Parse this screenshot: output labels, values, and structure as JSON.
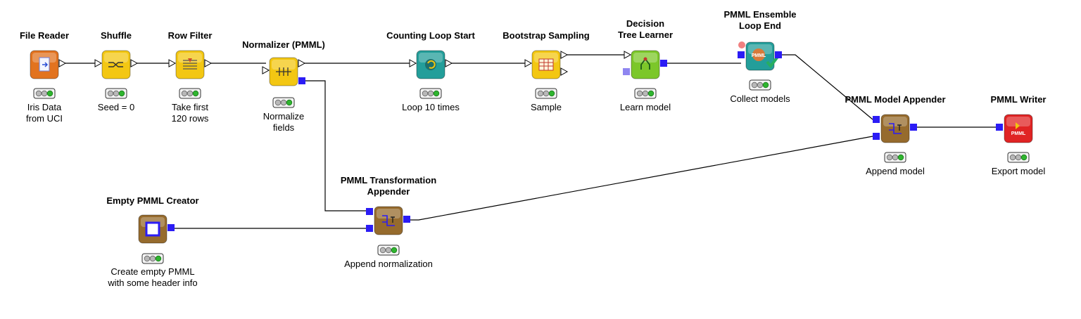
{
  "workflow": {
    "nodes": [
      {
        "id": "file-reader",
        "title": [
          "File Reader"
        ],
        "desc": [
          "Iris Data",
          "from UCI"
        ],
        "icon": "file-reader-icon",
        "color": "#e2731f",
        "in": 0,
        "out": "tri"
      },
      {
        "id": "shuffle",
        "title": [
          "Shuffle"
        ],
        "desc": [
          "Seed = 0"
        ],
        "icon": "shuffle-icon",
        "color": "#f3c713",
        "in": "tri",
        "out": "tri"
      },
      {
        "id": "row-filter",
        "title": [
          "Row Filter"
        ],
        "desc": [
          "Take first",
          "120 rows"
        ],
        "icon": "row-filter-icon",
        "color": "#f3c713",
        "in": "tri",
        "out": "tri"
      },
      {
        "id": "normalizer",
        "title": [
          "Normalizer (PMML)"
        ],
        "desc": [
          "Normalize",
          "fields"
        ],
        "icon": "normalizer-icon",
        "color": "#f3c713",
        "in": "tri",
        "out": "tri+pmml"
      },
      {
        "id": "counting-loop-start",
        "title": [
          "Counting Loop Start"
        ],
        "desc": [
          "Loop 10 times"
        ],
        "icon": "loop-start-icon",
        "color": "#239e9a",
        "in": "tri",
        "out": "tri"
      },
      {
        "id": "bootstrap-sampling",
        "title": [
          "Bootstrap Sampling"
        ],
        "desc": [
          "Sample"
        ],
        "icon": "bootstrap-sampling-icon",
        "color": "#f3c713",
        "in": "tri",
        "out": "2tri"
      },
      {
        "id": "decision-tree-learner",
        "title": [
          "Decision",
          "Tree Learner"
        ],
        "desc": [
          "Learn model"
        ],
        "icon": "decision-tree-icon",
        "color": "#7cc72a",
        "in": "tri+pmml",
        "out": "pmml"
      },
      {
        "id": "pmml-ensemble-loop-end",
        "title": [
          "PMML Ensemble",
          "Loop End"
        ],
        "desc": [
          "Collect models"
        ],
        "icon": "loop-end-icon",
        "color": "#239e9a",
        "in": "pmml",
        "out": "pmml"
      },
      {
        "id": "pmml-model-appender",
        "title": [
          "PMML Model Appender"
        ],
        "desc": [
          "Append model"
        ],
        "icon": "model-appender-icon",
        "color": "#966b2d",
        "in": "2pmml",
        "out": "pmml"
      },
      {
        "id": "pmml-writer",
        "title": [
          "PMML Writer"
        ],
        "desc": [
          "Export model"
        ],
        "icon": "pmml-writer-icon",
        "color": "#e02424",
        "in": "pmml",
        "out": 0
      },
      {
        "id": "empty-pmml-creator",
        "title": [
          "Empty PMML Creator"
        ],
        "desc": [
          "Create empty PMML",
          "with some header info"
        ],
        "icon": "pmml-creator-icon",
        "color": "#966b2d",
        "in": 0,
        "out": "pmml"
      },
      {
        "id": "pmml-transformation-appender",
        "title": [
          "PMML Transformation",
          "Appender"
        ],
        "desc": [
          "Append normalization"
        ],
        "icon": "transformation-appender-icon",
        "color": "#966b2d",
        "in": "2pmml",
        "out": "pmml"
      }
    ],
    "edges": [
      [
        "file-reader",
        "shuffle"
      ],
      [
        "shuffle",
        "row-filter"
      ],
      [
        "row-filter",
        "normalizer"
      ],
      [
        "normalizer",
        "counting-loop-start"
      ],
      [
        "counting-loop-start",
        "bootstrap-sampling"
      ],
      [
        "bootstrap-sampling",
        "decision-tree-learner"
      ],
      [
        "decision-tree-learner",
        "pmml-ensemble-loop-end"
      ],
      [
        "pmml-ensemble-loop-end",
        "pmml-model-appender"
      ],
      [
        "pmml-model-appender",
        "pmml-writer"
      ],
      [
        "normalizer",
        "pmml-transformation-appender"
      ],
      [
        "empty-pmml-creator",
        "pmml-transformation-appender"
      ],
      [
        "pmml-transformation-appender",
        "pmml-model-appender"
      ]
    ],
    "status_colors": {
      "light_off": "#b8b8b8",
      "light_on": "#2fb52f",
      "port_data": "#ffffff",
      "port_pmml": "#2b1cf5",
      "port_pmml_inactive": "#8f86f0"
    },
    "icon_texts": {
      "pmml_writer": "PMML",
      "loop_end": "PMML"
    }
  }
}
